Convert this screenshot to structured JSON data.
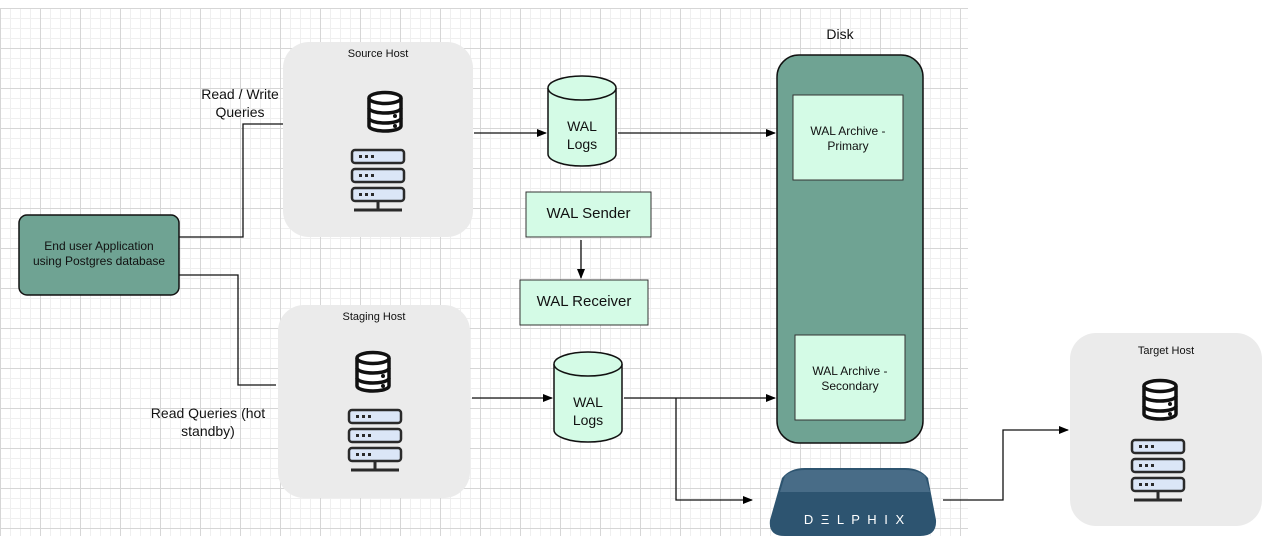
{
  "labels": {
    "source_host": "Source Host",
    "staging_host": "Staging  Host",
    "target_host": "Target Host",
    "disk": "Disk",
    "read_write_line1": "Read / Write",
    "read_write_line2": "Queries",
    "read_queries_line1": "Read Queries (hot",
    "read_queries_line2": "standby)",
    "app_line1": "End user Application",
    "app_line2": "using Postgres database",
    "wal_logs_top_line1": "WAL",
    "wal_logs_top_line2": "Logs",
    "wal_logs_bottom_line1": "WAL",
    "wal_logs_bottom_line2": "Logs",
    "wal_sender": "WAL Sender",
    "wal_receiver": "WAL Receiver",
    "archive_primary_line1": "WAL Archive -",
    "archive_primary_line2": "Primary",
    "archive_secondary_line1": "WAL Archive -",
    "archive_secondary_line2": "Secondary",
    "delphix": "D Ξ L P H I X"
  },
  "icons": [
    "database-icon",
    "server-rack-icon",
    "delphix-appliance-icon"
  ],
  "colors": {
    "teal": "#6fa393",
    "mint": "#d4fbe6",
    "host_bg": "#ebebeb",
    "appliance": "#2d5470"
  }
}
